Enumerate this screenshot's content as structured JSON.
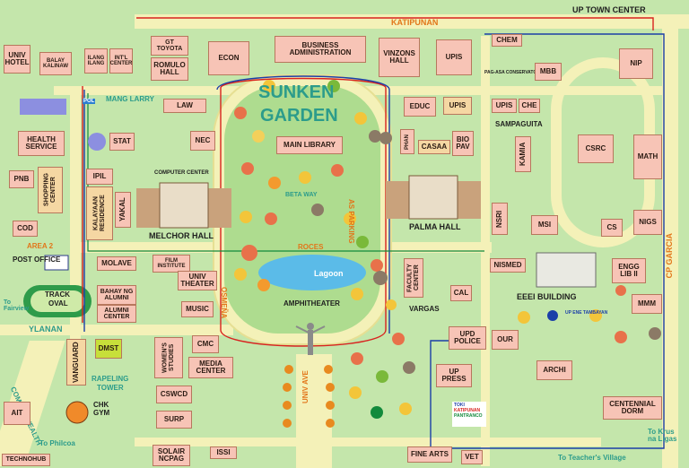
{
  "roads": {
    "katipunan": "KATIPUNAN",
    "cp_garcia": "CP GARCIA",
    "ylanan": "YLANAN",
    "commonwealth": "COMMONWEALTH",
    "univ_ave": "UNIV AVE",
    "roces": "ROCES",
    "osmena": "OSMEÑA",
    "beta_way": "BETA WAY",
    "area2": "AREA 2",
    "mang_larry": "MANG LARRY",
    "as_parking": "AS PARKING"
  },
  "landmarks": {
    "up_town_center": "UP TOWN CENTER",
    "sunken_garden_1": "SUNKEN",
    "sunken_garden_2": "GARDEN",
    "lagoon": "Lagoon",
    "amphitheater": "AMPHITHEATER",
    "melchor_hall": "MELCHOR HALL",
    "palma_hall": "PALMA HALL",
    "eeei_building": "EEEI BUILDING",
    "computer_center": "COMPUTER CENTER",
    "post_office": "POST OFFICE",
    "track_oval_1": "TRACK",
    "track_oval_2": "OVAL",
    "rapeling_tower_1": "RAPELING",
    "rapeling_tower_2": "TOWER",
    "up_ene_tambayan": "UP ENE TAMBAYAN",
    "pag_asa": "PAG-ASA CONSERVATORY",
    "pol": "POL"
  },
  "buildings": [
    {
      "id": "univ-hotel",
      "text": "UNIV\nHOTEL"
    },
    {
      "id": "balay-kalinaw",
      "text": "BALAY\nKALINAW"
    },
    {
      "id": "ilang-ilang",
      "text": "ILANG\nILANG"
    },
    {
      "id": "intl-center",
      "text": "INT'L\nCENTER"
    },
    {
      "id": "gt-toyota",
      "text": "GT\nTOYOTA"
    },
    {
      "id": "romulo-hall",
      "text": "ROMULO\nHALL"
    },
    {
      "id": "econ",
      "text": "ECON"
    },
    {
      "id": "business-admin",
      "text": "BUSINESS\nADMINISTRATION"
    },
    {
      "id": "vinzons-hall",
      "text": "VINZONS\nHALL"
    },
    {
      "id": "upis-top",
      "text": "UPIS"
    },
    {
      "id": "chem",
      "text": "CHEM"
    },
    {
      "id": "mbb",
      "text": "MBB"
    },
    {
      "id": "nip",
      "text": "NIP"
    },
    {
      "id": "law",
      "text": "LAW"
    },
    {
      "id": "health-service",
      "text": "HEALTH\nSERVICE"
    },
    {
      "id": "stat",
      "text": "STAT"
    },
    {
      "id": "nec",
      "text": "NEC"
    },
    {
      "id": "main-library",
      "text": "MAIN LIBRARY"
    },
    {
      "id": "educ",
      "text": "EDUC"
    },
    {
      "id": "upis-mid",
      "text": "UPIS"
    },
    {
      "id": "upis-right",
      "text": "UPIS"
    },
    {
      "id": "che",
      "text": "CHE"
    },
    {
      "id": "sampaguita",
      "text": "SAMPAGUITA"
    },
    {
      "id": "phan",
      "text": "PHAN"
    },
    {
      "id": "casaa",
      "text": "CASAA"
    },
    {
      "id": "bio-pav",
      "text": "BIO\nPAV"
    },
    {
      "id": "kamia",
      "text": "KAMIA"
    },
    {
      "id": "csrc",
      "text": "CSRC"
    },
    {
      "id": "math",
      "text": "MATH"
    },
    {
      "id": "pnb",
      "text": "PNB"
    },
    {
      "id": "shopping-center",
      "text": "SHOPPING\nCENTER"
    },
    {
      "id": "cod",
      "text": "COD"
    },
    {
      "id": "ipil",
      "text": "IPIL"
    },
    {
      "id": "kalayaan",
      "text": "KALAYAAN\nRESIDENCE"
    },
    {
      "id": "yakal",
      "text": "YAKAL"
    },
    {
      "id": "nsri",
      "text": "NSRI"
    },
    {
      "id": "msi",
      "text": "MSI"
    },
    {
      "id": "cs",
      "text": "CS"
    },
    {
      "id": "nigs",
      "text": "NIGS"
    },
    {
      "id": "molave",
      "text": "MOLAVE"
    },
    {
      "id": "film-institute",
      "text": "FILM\nINSTITUTE"
    },
    {
      "id": "univ-theater",
      "text": "UNIV\nTHEATER"
    },
    {
      "id": "faculty-center",
      "text": "FACULTY\nCENTER"
    },
    {
      "id": "nismed",
      "text": "NISMED"
    },
    {
      "id": "engg-lib",
      "text": "ENGG\nLIB II"
    },
    {
      "id": "bahay-alumni",
      "text": "BAHAY NG\nALUMNI"
    },
    {
      "id": "alumni-center",
      "text": "ALUMNI\nCENTER"
    },
    {
      "id": "music",
      "text": "MUSIC"
    },
    {
      "id": "cal",
      "text": "CAL"
    },
    {
      "id": "vargas",
      "text": "VARGAS"
    },
    {
      "id": "mmm",
      "text": "MMM"
    },
    {
      "id": "dmst",
      "text": "DMST"
    },
    {
      "id": "vanguard",
      "text": "VANGUARD"
    },
    {
      "id": "womens-studies",
      "text": "WOMEN'S\nSTUDIES"
    },
    {
      "id": "cmc",
      "text": "CMC"
    },
    {
      "id": "media-center",
      "text": "MEDIA\nCENTER"
    },
    {
      "id": "up-police",
      "text": "UPD\nPOLICE"
    },
    {
      "id": "our",
      "text": "OUR"
    },
    {
      "id": "archi",
      "text": "ARCHI"
    },
    {
      "id": "up-press",
      "text": "UP\nPRESS"
    },
    {
      "id": "cswcd",
      "text": "CSWCD"
    },
    {
      "id": "centennial-dorm",
      "text": "CENTENNIAL\nDORM"
    },
    {
      "id": "ait",
      "text": "AIT"
    },
    {
      "id": "chk-gym",
      "text": "CHK\nGYM"
    },
    {
      "id": "surp",
      "text": "SURP"
    },
    {
      "id": "solair",
      "text": "SOLAIR\nNCPAG"
    },
    {
      "id": "issi",
      "text": "ISSI"
    },
    {
      "id": "fine-arts",
      "text": "FINE ARTS"
    },
    {
      "id": "vet",
      "text": "VET"
    },
    {
      "id": "technohub",
      "text": "TECHNOHUB"
    }
  ],
  "directions": {
    "to_fairview": "To\nFairview",
    "to_philcoa": "To Philcoa",
    "to_krus_na_ligas": "To Krus\nna Ligas",
    "to_teachers_village": "To Teacher's Village"
  },
  "legend": {
    "items": [
      "TOKI",
      "KATIPUNAN",
      "PANTRANCO"
    ],
    "colors": [
      "#1b3fa8",
      "#d8231f",
      "#138a3c"
    ]
  },
  "colors": {
    "grass": "#c4e6ab",
    "road": "#f4f1b8",
    "building": "#f7c4b6",
    "route_red": "#d8231f",
    "route_blue": "#1b3fa8",
    "route_green": "#138a3c",
    "lagoon": "#5bbbe8"
  }
}
